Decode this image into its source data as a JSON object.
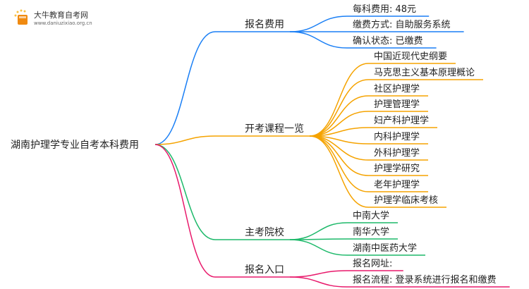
{
  "logo": {
    "title": "大牛教育自考网",
    "url": "www.daniuzixiao.org.cn"
  },
  "root": "湖南护理学专业自考本科费用",
  "branches": [
    {
      "label": "报名费用",
      "color": "#1a7ff5",
      "children": [
        "每科费用: 48元",
        "缴费方式: 自助服务系统",
        "确认状态: 已缴费"
      ]
    },
    {
      "label": "开考课程一览",
      "color": "#f5a300",
      "children": [
        "中国近现代史纲要",
        "马克思主义基本原理概论",
        "社区护理学",
        "护理管理学",
        "妇产科护理学",
        "内科护理学",
        "外科护理学",
        "护理学研究",
        "老年护理学",
        "护理学临床考核"
      ]
    },
    {
      "label": "主考院校",
      "color": "#1db96a",
      "children": [
        "中南大学",
        "南华大学",
        "湖南中医药大学"
      ]
    },
    {
      "label": "报名入口",
      "color": "#e8196b",
      "children": [
        "报名网址:",
        "报名流程: 登录系统进行报名和缴费"
      ]
    }
  ]
}
